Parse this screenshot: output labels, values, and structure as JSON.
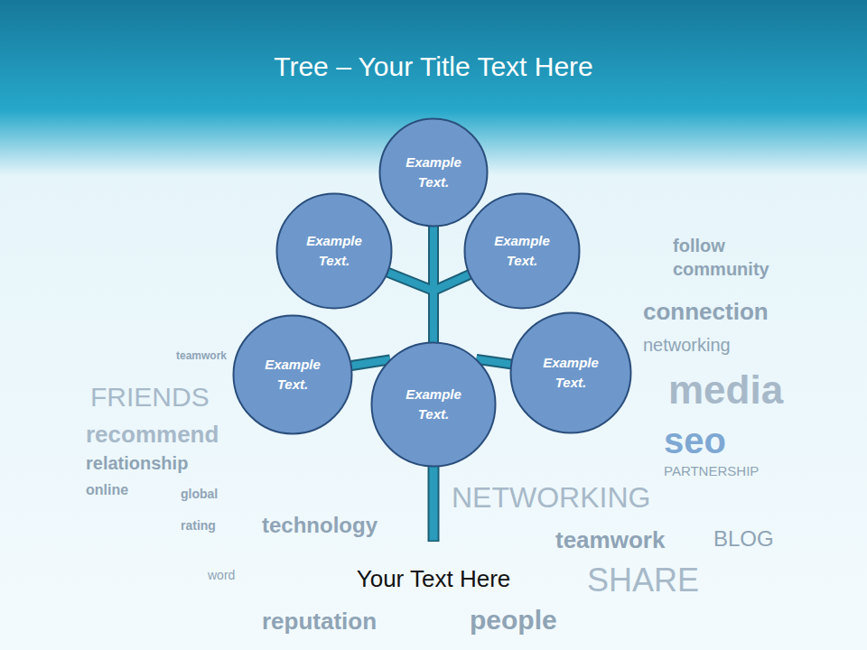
{
  "diagram": {
    "title": "Tree – Your Title Text Here",
    "nodes": [
      {
        "text": [
          "Example Text."
        ]
      },
      {
        "text": [
          "Example Text."
        ]
      },
      {
        "text": [
          "Example Text."
        ]
      },
      {
        "text": [
          "Example Text."
        ]
      },
      {
        "text": [
          "Example Text."
        ]
      },
      {
        "text": [
          "Example Text."
        ]
      }
    ],
    "edges": [
      {
        "from": 4,
        "to": 0,
        "arrow": "none"
      },
      {
        "from": 4,
        "to": 1,
        "arrow": "none"
      },
      {
        "from": 4,
        "to": 2,
        "arrow": "none"
      },
      {
        "from": 4,
        "to": 3,
        "arrow": "none"
      },
      {
        "from": 4,
        "to": 5,
        "arrow": "none"
      }
    ],
    "labels": [
      "Your Text Here",
      "teamwork",
      "FRIENDS",
      "recommend",
      "relationship",
      "online",
      "global",
      "rating",
      "word",
      "technology",
      "reputation",
      "people",
      "NETWORKING",
      "teamwork",
      "SHARE",
      "BLOG",
      "follow",
      "community",
      "connection",
      "networking",
      "media",
      "seo",
      "PARTNERSHIP"
    ]
  }
}
